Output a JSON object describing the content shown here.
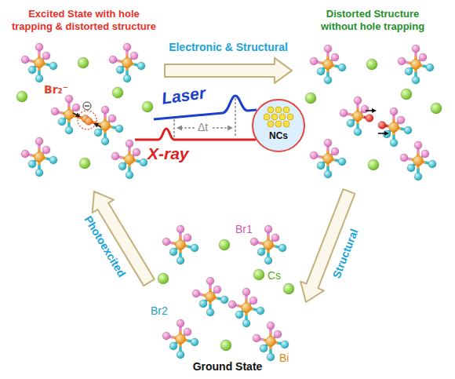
{
  "diagram": {
    "nodes": [
      {
        "text": [
          "Excited State with hole trapping & distorted structure"
        ]
      },
      {
        "text": [
          "Distorted Structure without hole trapping"
        ]
      },
      {
        "text": [
          "NCs"
        ]
      },
      {
        "text": [
          "Ground State"
        ]
      }
    ],
    "edges": [
      {
        "from": 0,
        "to": 1,
        "arrow": "to",
        "label": "Electronic & Structural"
      },
      {
        "from": 1,
        "to": 3,
        "arrow": "to",
        "label": "Structural"
      },
      {
        "from": 3,
        "to": 0,
        "arrow": "to",
        "label": "Photoexcited"
      }
    ],
    "labels": [
      "Br₂⁻",
      "Laser",
      "Δt",
      "X-ray",
      "Br1",
      "Cs",
      "Bi",
      "Br2"
    ]
  }
}
